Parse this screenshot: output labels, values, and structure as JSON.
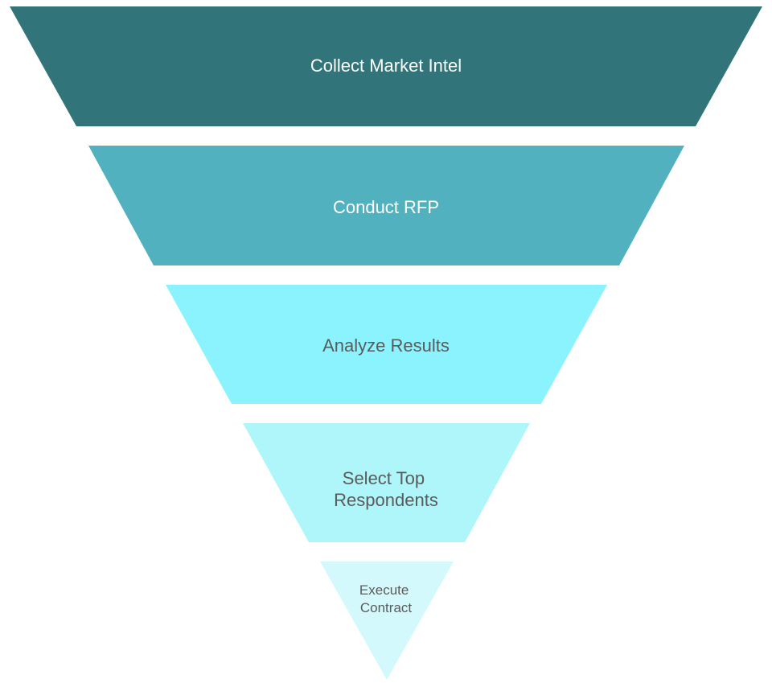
{
  "diagram": {
    "type": "funnel",
    "stages": [
      {
        "id": "collect",
        "lines": [
          "Collect Market Intel"
        ],
        "fill": "#31757b",
        "text_color": "#ffffff"
      },
      {
        "id": "rfp",
        "lines": [
          "Conduct RFP"
        ],
        "fill": "#51b1be",
        "text_color": "#ffffff"
      },
      {
        "id": "analyze",
        "lines": [
          "Analyze Results"
        ],
        "fill": "#8af3fd",
        "text_color": "#5b5b5b"
      },
      {
        "id": "select",
        "lines": [
          "Select Top",
          "Respondents"
        ],
        "fill": "#aff6fb",
        "text_color": "#5b5b5b"
      },
      {
        "id": "execute",
        "lines": [
          "Execute",
          "Contract"
        ],
        "fill": "#d3f9fc",
        "text_color": "#5b5b5b"
      }
    ]
  }
}
